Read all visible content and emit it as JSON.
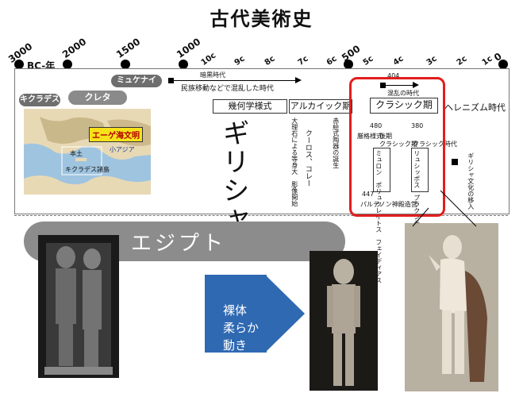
{
  "title": "古代美術史",
  "timeline": {
    "top_labels": [
      "3000",
      "2000",
      "1500",
      "1000",
      "500",
      "0"
    ],
    "era_label": "BC-年",
    "centuries": [
      "10c",
      "9c",
      "8c",
      "7c",
      "6c",
      "5c",
      "4c",
      "3c",
      "2c",
      "1c"
    ]
  },
  "left_pills": {
    "cyclades": "キクラデス",
    "crete": "クレタ",
    "mycenae": "ミュケナイ"
  },
  "map": {
    "aegean_label": "エーゲ海文明",
    "asia_minor": "小アジア",
    "mainland": "本土",
    "cyclades_islands": "キクラデス諸島"
  },
  "dark_age": {
    "title": "暗黒時代",
    "note": "民族移動などで混乱した時代"
  },
  "periods": {
    "geometric": "幾何学様式",
    "archaic": "アルカイック期",
    "classic": "クラシック期",
    "hellenistic": "ヘレニズム時代"
  },
  "greece_label": "ギリシャ",
  "egypt_label": "エジプト",
  "notes": {
    "marble_start": "大理石による等身大　彫像開始",
    "kouros_kore": "クーロス、コレー",
    "red_figure": "赤絵式陶器の誕生",
    "year_480": "480",
    "early_style": "厳格様式",
    "late_label": "後期",
    "late_classic": "クラシック期",
    "year_380": "380",
    "late_classic_time": "クラシック時代",
    "sculptors_1": "ミュロン　ポリュクレイトス　フェイディアス",
    "sculptors_2": "リュシッポス　プラクシテレス　スコパス",
    "parthenon_year": "447",
    "parthenon": "パルテノン神殿造営",
    "year_404": "404",
    "chaos_period": "混乱の時代",
    "greek_to_rome": "ギリシャ文化の移入"
  },
  "arrow_text": [
    "裸体",
    "柔らか",
    "動き"
  ]
}
